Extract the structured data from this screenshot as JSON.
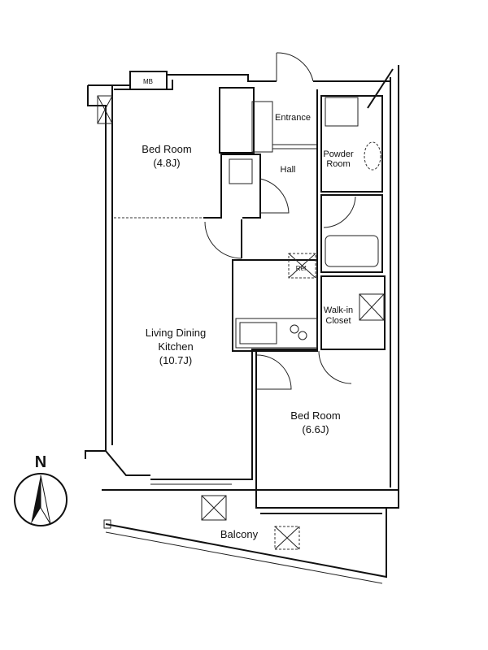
{
  "plan": {
    "rooms": {
      "mb": "MB",
      "bedroom1_name": "Bed Room",
      "bedroom1_size": "(4.8J)",
      "entrance": "Entrance",
      "powder1": "Powder",
      "powder2": "Room",
      "hall": "Hall",
      "ref": "Ref",
      "walkin1": "Walk-in",
      "walkin2": "Closet",
      "ldk1": "Living Dining",
      "ldk2": "Kitchen",
      "ldk_size": "(10.7J)",
      "bedroom2_name": "Bed Room",
      "bedroom2_size": "(6.6J)",
      "balcony": "Balcony"
    },
    "compass": {
      "label": "N"
    }
  }
}
